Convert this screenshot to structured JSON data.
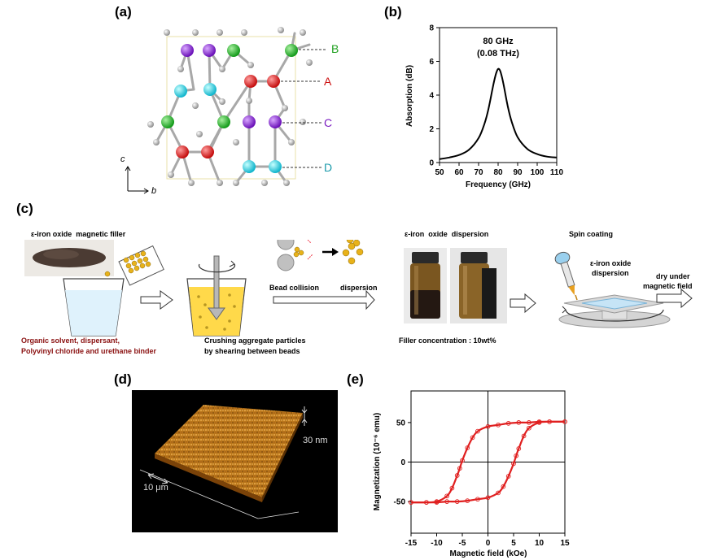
{
  "figure": {
    "panel_a": {
      "label": "(a)",
      "site_labels": [
        "B",
        "A",
        "C",
        "D"
      ],
      "axis_c": "c",
      "axis_b": "b"
    },
    "panel_b": {
      "label": "(b)",
      "annotation_line1": "80 GHz",
      "annotation_line2": "(0.08 THz)"
    },
    "panel_c": {
      "label": "(c)",
      "filler_title": "ε-iron oxide  magnetic filler",
      "solvent_line1": "Organic solvent, dispersant,",
      "solvent_line2": "Polyvinyl chloride and urethane binder",
      "crushing_line1": "Crushing aggregate particles",
      "crushing_line2": "by shearing between beads",
      "bead_collision": "Bead collision",
      "dispersion": "dispersion",
      "dispersion_title": "ε-iron  oxide  dispersion",
      "filler_concentration": "Filler concentration :  10wt%",
      "spin_coating": "Spin coating",
      "dispersion_label_line1": "ε-iron oxide",
      "dispersion_label_line2": "dispersion",
      "dry_line1": "dry under",
      "dry_line2": "magnetic field"
    },
    "panel_d": {
      "label": "(d)",
      "height_scale": "30 nm",
      "lateral_scale": "10 μm"
    },
    "panel_e": {
      "label": "(e)"
    }
  },
  "chart_data": [
    {
      "type": "line",
      "panel": "(b)",
      "xlabel": "Frequency (GHz)",
      "ylabel": "Absorption (dB)",
      "xlim": [
        50,
        110
      ],
      "ylim": [
        0,
        8
      ],
      "xticks": [
        50,
        60,
        70,
        80,
        90,
        100,
        110
      ],
      "yticks": [
        0,
        2,
        4,
        6,
        8
      ],
      "series": [
        {
          "x": [
            50,
            55,
            60,
            65,
            70,
            73,
            75,
            77,
            78,
            79,
            80,
            81,
            82,
            83,
            85,
            87,
            90,
            95,
            100,
            105,
            110
          ],
          "values": [
            0.2,
            0.3,
            0.45,
            0.75,
            1.45,
            2.3,
            3.15,
            4.3,
            4.85,
            5.3,
            5.55,
            5.45,
            5.05,
            4.5,
            3.3,
            2.4,
            1.5,
            0.8,
            0.5,
            0.35,
            0.3
          ]
        }
      ]
    },
    {
      "type": "line",
      "panel": "(e)",
      "xlabel": "Magnetic field (kOe)",
      "ylabel": "Magnetization (10⁻⁶ emu)",
      "xlim": [
        -15,
        15
      ],
      "ylim": [
        -90,
        90
      ],
      "xticks": [
        -15,
        -10,
        -5,
        0,
        5,
        10,
        15
      ],
      "yticks": [
        -50,
        0,
        50
      ],
      "series": [
        {
          "x": [
            15,
            12,
            10,
            8,
            6,
            4,
            2,
            0,
            -2,
            -3,
            -4,
            -5,
            -5.5,
            -6,
            -7,
            -8,
            -10,
            -12,
            -15
          ],
          "values": [
            51,
            51,
            51,
            50,
            50,
            49,
            47,
            45,
            39,
            31,
            18,
            2,
            -8,
            -17,
            -33,
            -43,
            -50,
            -51,
            -51
          ]
        },
        {
          "x": [
            -15,
            -12,
            -10,
            -8,
            -6,
            -4,
            -2,
            0,
            2,
            3,
            4,
            5,
            5.5,
            6,
            7,
            8,
            10,
            12,
            15
          ],
          "values": [
            -51,
            -51,
            -51,
            -50,
            -50,
            -49,
            -47,
            -45,
            -39,
            -31,
            -18,
            -2,
            8,
            17,
            33,
            43,
            50,
            51,
            51
          ]
        }
      ]
    }
  ]
}
